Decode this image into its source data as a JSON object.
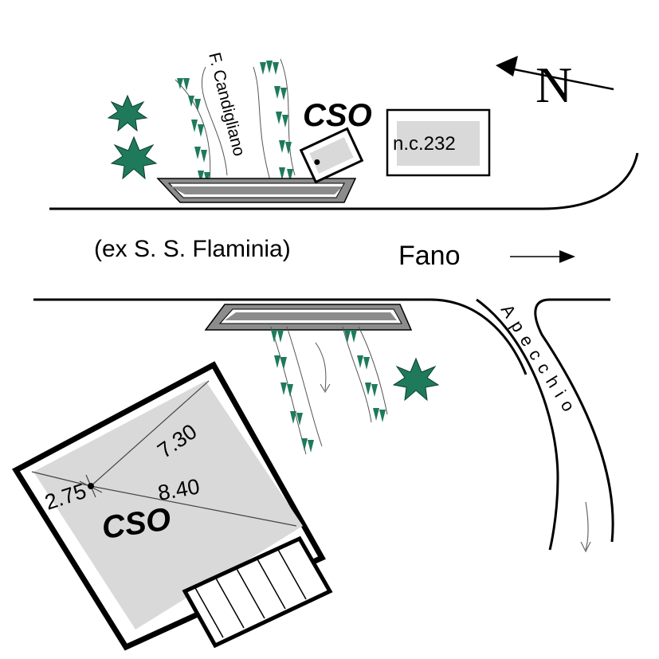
{
  "map": {
    "road_label": "(ex S. S. Flaminia)",
    "direction_label": "Fano",
    "river_label": "F. Candigliano",
    "side_road_label": "Apecchio",
    "north_label": "N",
    "building_label": "n.c.232",
    "chamber_label_top": "CSO",
    "chamber_label_bottom": "CSO",
    "dimensions": {
      "diagonal_upper": "7.30",
      "diagonal_lower": "8.40",
      "short_side": "2.75"
    },
    "colors": {
      "line": "#000000",
      "fill_gray": "#d9d9d9",
      "vegetation": "#1f7a5c",
      "bridge_gray": "#8c8c8c"
    },
    "icons": [
      "north-arrow-icon",
      "tree-icon",
      "direction-arrow-icon"
    ]
  }
}
